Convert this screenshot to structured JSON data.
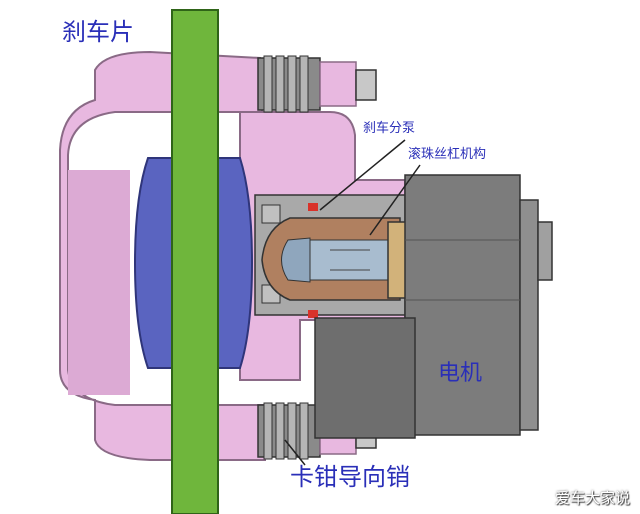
{
  "labels": {
    "brake_pad": "刹车片",
    "brake_cylinder": "刹车分泵",
    "ball_screw": "滚珠丝杠机构",
    "motor": "电机",
    "caliper_guide_pin": "卡钳导向销"
  },
  "watermark": "爱车大家说",
  "colors": {
    "caliper": "#e8b8e0",
    "caliper_edge": "#8a6a86",
    "brake_disc": "#6fb63c",
    "brake_pad": "#5a64c0",
    "piston": "#b08060",
    "motor_body": "#7c7c7c",
    "label_text": "#2a2fb8"
  }
}
